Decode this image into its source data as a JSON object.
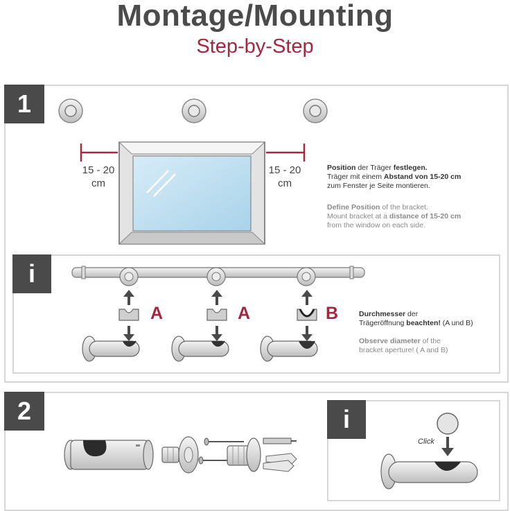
{
  "header": {
    "title": "Montage/Mounting",
    "subtitle": "Step-by-Step"
  },
  "step1": {
    "number": "1",
    "left_distance": "15 - 20",
    "left_unit": "cm",
    "right_distance": "15 - 20",
    "right_unit": "cm",
    "de_bold1": "Position",
    "de_text1": " der Träger ",
    "de_bold2": "festlegen.",
    "de_line2a": "Träger mit einem ",
    "de_line2b": "Abstand von 15-20 cm",
    "de_line3": "zum Fenster je Seite montieren.",
    "en_bold1": "Define Position",
    "en_text1": " of the bracket.",
    "en_line2a": "Mount bracket at a ",
    "en_line2b": "distance of 15-20 cm",
    "en_line3": "from the window on each side."
  },
  "info1": {
    "number": "i",
    "letters": [
      "A",
      "A",
      "B"
    ],
    "de_bold1": "Durchmesser",
    "de_text1": " der",
    "de_line2a": "Trägeröffnung ",
    "de_line2b": "beachten!",
    "de_line2c": " (A und B)",
    "en_bold1": "Observe diameter",
    "en_text1": " of the",
    "en_line2": "bracket aperture! ( A and B)"
  },
  "step2": {
    "number": "2"
  },
  "info2": {
    "number": "i",
    "click_label": "Click"
  },
  "colors": {
    "accent": "#a3283f",
    "dark": "#4a4a4a",
    "border": "#d6d6d6"
  }
}
